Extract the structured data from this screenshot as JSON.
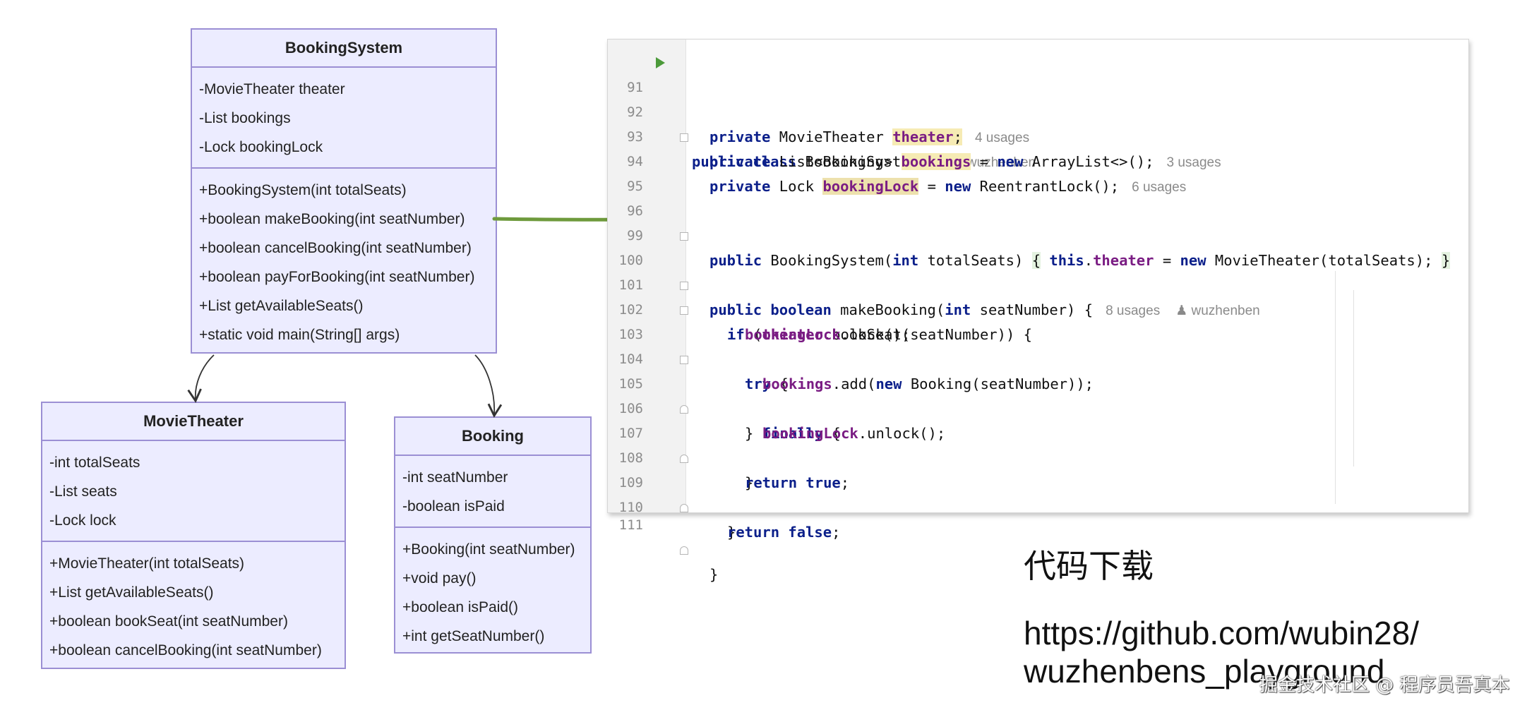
{
  "classes": {
    "booking_system": {
      "name": "BookingSystem",
      "fields": [
        "-MovieTheater theater",
        "-List bookings",
        "-Lock bookingLock"
      ],
      "methods": [
        "+BookingSystem(int totalSeats)",
        "+boolean makeBooking(int seatNumber)",
        "+boolean cancelBooking(int seatNumber)",
        "+boolean payForBooking(int seatNumber)",
        "+List getAvailableSeats()",
        "+static void main(String[] args)"
      ]
    },
    "movie_theater": {
      "name": "MovieTheater",
      "fields": [
        "-int totalSeats",
        "-List seats",
        "-Lock lock"
      ],
      "methods": [
        "+MovieTheater(int totalSeats)",
        "+List getAvailableSeats()",
        "+boolean bookSeat(int seatNumber)",
        "+boolean cancelBooking(int seatNumber)"
      ]
    },
    "booking": {
      "name": "Booking",
      "fields": [
        "-int seatNumber",
        "-boolean isPaid"
      ],
      "methods": [
        "+Booking(int seatNumber)",
        "+void pay()",
        "+boolean isPaid()",
        "+int getSeatNumber()"
      ]
    }
  },
  "colors": {
    "uml_fill": "#ececff",
    "uml_border": "#9b8fd4",
    "arrow_green": "#6e9a3c",
    "keyword": "#0b1f8a",
    "field": "#7a1c83"
  },
  "code": {
    "author": "wuzhenben",
    "lines": [
      {
        "n": "91",
        "kw1": "public class",
        "t1": " BookingSystem {"
      },
      {
        "n": "92",
        "kw1": "private",
        "t1": " MovieTheater ",
        "f1": "theater",
        "t2": ";",
        "hint": "4 usages"
      },
      {
        "n": "93",
        "kw1": "private",
        "t1": " List<Booking> ",
        "f1": "bookings",
        "t2": " = ",
        "kw2": "new",
        "t3": " ArrayList<>();",
        "hint": "3 usages"
      },
      {
        "n": "94",
        "kw1": "private",
        "t1": " Lock ",
        "f1": "bookingLock",
        "t2": " = ",
        "kw2": "new",
        "t3": " ReentrantLock();",
        "hint": "6 usages"
      },
      {
        "n": "95"
      },
      {
        "n": "96",
        "kw1": "public",
        "t1": " BookingSystem(",
        "kw2": "int",
        "t2": " totalSeats) ",
        "b1": "{",
        "t3": " ",
        "kw3": "this",
        "t4": ".",
        "f1": "theater",
        "t5": " = ",
        "kw4": "new",
        "t6": " MovieTheater(totalSeats); ",
        "b2": "}"
      },
      {
        "n": "99"
      },
      {
        "n": "100",
        "kw1": "public boolean",
        "t1": " makeBooking(",
        "kw2": "int",
        "t2": " seatNumber) {",
        "hint": "8 usages"
      },
      {
        "n": "101",
        "kw1": "if",
        "t1": " (",
        "f1": "theater",
        "t2": ".bookSeat(seatNumber)) {"
      },
      {
        "n": "102",
        "f1": "bookingLock",
        "t1": ".lock();"
      },
      {
        "n": "103",
        "kw1": "try",
        "t1": " {"
      },
      {
        "n": "104",
        "f1": "bookings",
        "t1": ".add(",
        "kw1": "new",
        "t2": " Booking(seatNumber));"
      },
      {
        "n": "105",
        "t1": "} ",
        "kw1": "finally",
        "t2": " {"
      },
      {
        "n": "106",
        "f1": "bookingLock",
        "t1": ".unlock();"
      },
      {
        "n": "107",
        "t1": "}"
      },
      {
        "n": "108",
        "kw1": "return true",
        "t1": ";"
      },
      {
        "n": "109",
        "t1": "}"
      },
      {
        "n": "110",
        "kw1": "return false",
        "t1": ";"
      },
      {
        "n": "111",
        "t1": "}"
      }
    ]
  },
  "download_label": "代码下载",
  "repo_url_line1": "https://github.com/wubin28/",
  "repo_url_line2": "wuzhenbens_playground",
  "watermark": "掘金技术社区 @ 程序员吾真本"
}
